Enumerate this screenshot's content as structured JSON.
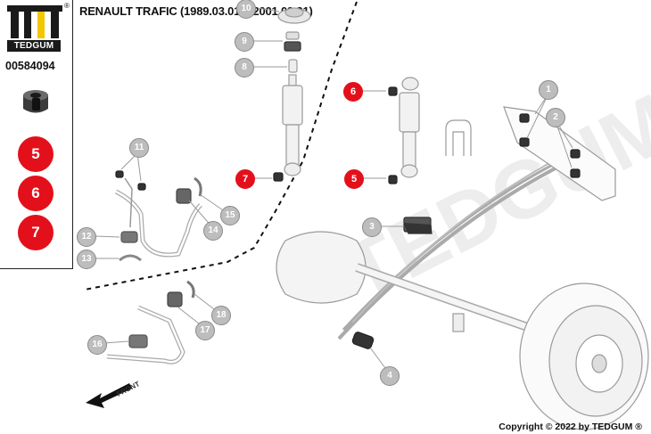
{
  "brand": {
    "name": "TEDGUM",
    "registered": "®"
  },
  "part_number": "00584094",
  "title": "RENAULT TRAFIC (1989.03.01 > 2001.03.31)",
  "copyright": "Copyright © 2022 by TEDGUM ®",
  "watermark": "TEDGUM",
  "direction_label": "FRONT",
  "highlight_color": "#e3101b",
  "applicable_positions": [
    "5",
    "6",
    "7"
  ],
  "diagram_callouts": {
    "c1": "1",
    "c2": "2",
    "c3": "3",
    "c4": "4",
    "c5": "5",
    "c6": "6",
    "c7": "7",
    "c8": "8",
    "c9": "9",
    "c10": "10",
    "c11": "11",
    "c12": "12",
    "c13": "13",
    "c14": "14",
    "c15": "15",
    "c16": "16",
    "c17": "17",
    "c18": "18"
  }
}
